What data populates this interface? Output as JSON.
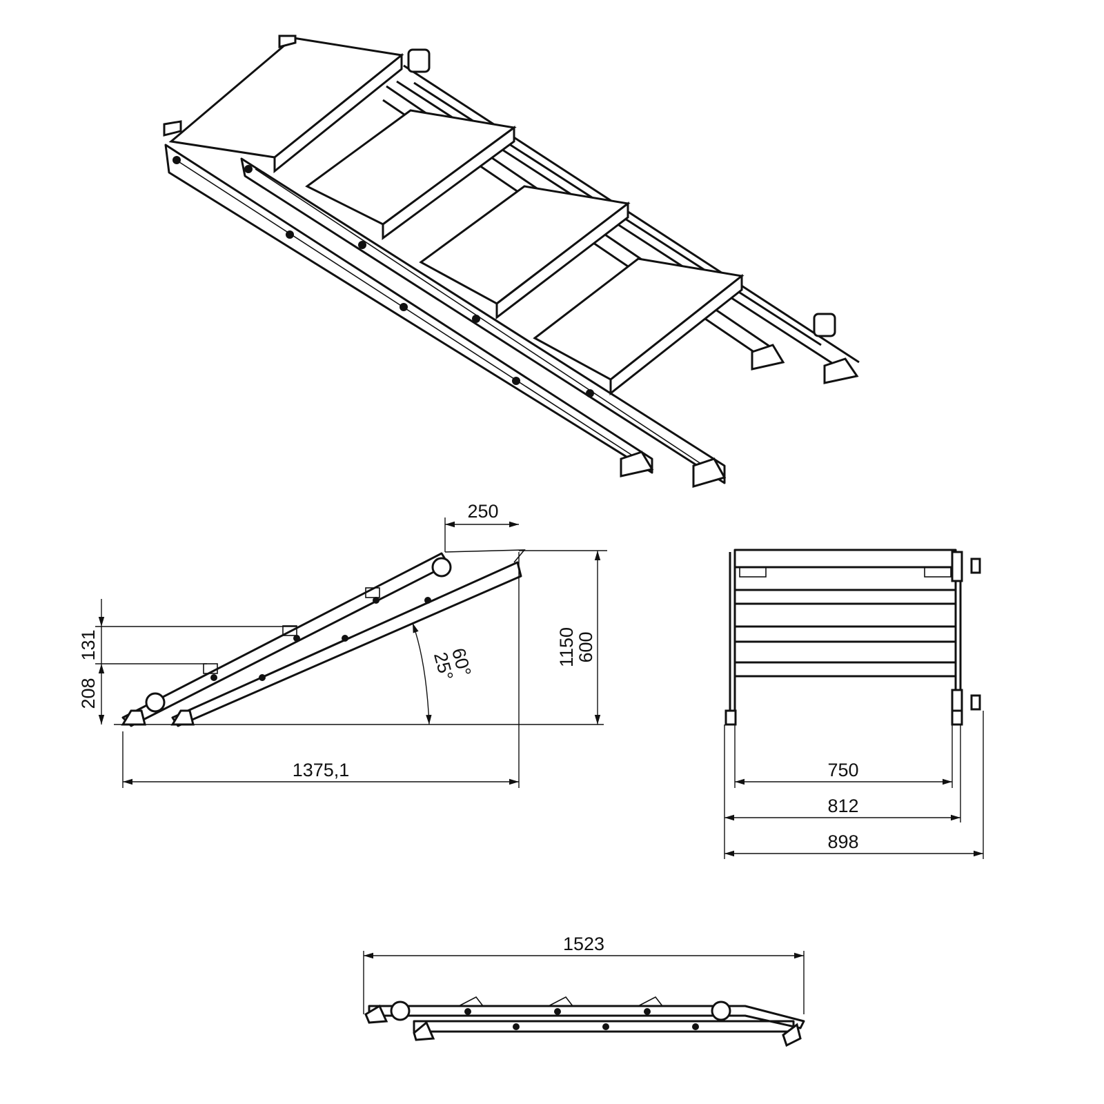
{
  "drawing": {
    "title": "Folding stair unit technical drawing",
    "views": [
      "isometric",
      "side",
      "front",
      "folded"
    ]
  },
  "side_view": {
    "dim_top_depth": "250",
    "dim_step_rise": "131",
    "dim_first_rise": "208",
    "dim_max_height": "1150",
    "dim_min_height": "600",
    "angle_max": "60°",
    "angle_min": "25°",
    "dim_length": "1375,1"
  },
  "front_view": {
    "dim_inner_width": "750",
    "dim_frame_width": "812",
    "dim_overall_width": "898"
  },
  "folded_view": {
    "dim_folded_length": "1523"
  }
}
